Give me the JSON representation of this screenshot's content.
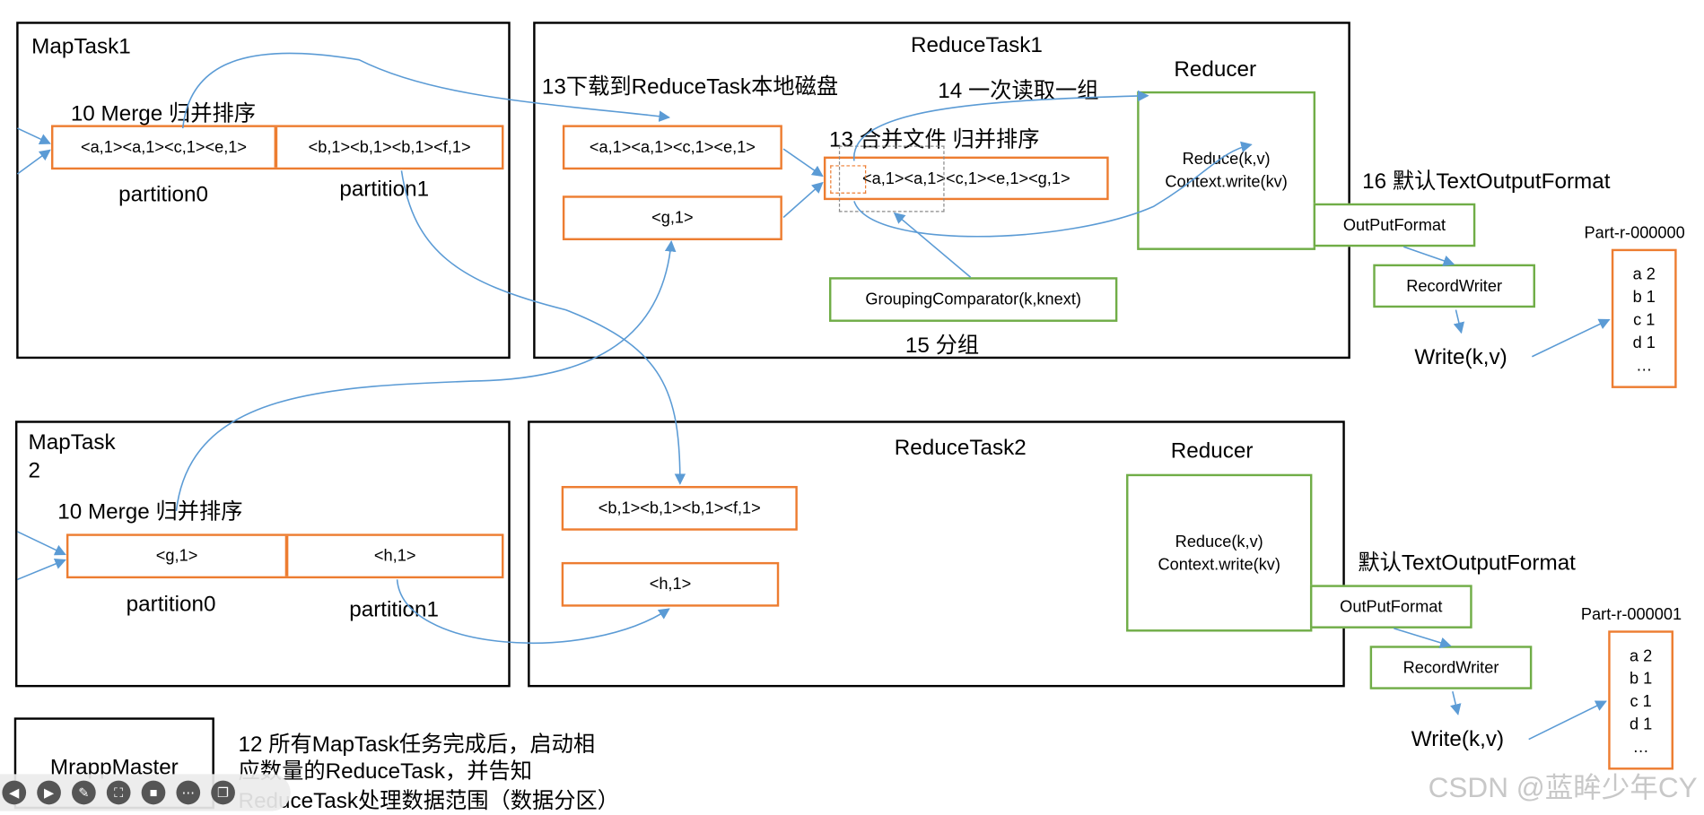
{
  "maptask1": {
    "title": "MapTask1",
    "merge_label": "10 Merge 归并排序",
    "partition0_content": "<a,1><a,1><c,1><e,1>",
    "partition1_content": "<b,1><b,1><b,1><f,1>",
    "partition0_label": "partition0",
    "partition1_label": "partition1"
  },
  "maptask2": {
    "title_line1": "MapTask",
    "title_line2": "2",
    "merge_label": "10 Merge 归并排序",
    "partition0_content": "<g,1>",
    "partition1_content": "<h,1>",
    "partition0_label": "partition0",
    "partition1_label": "partition1"
  },
  "reducetask1": {
    "title": "ReduceTask1",
    "download_label": "13下载到ReduceTask本地磁盘",
    "read_label": "14 一次读取一组",
    "merge_label": "13 合并文件 归并排序",
    "file1": "<a,1><a,1><c,1><e,1>",
    "file2": "<g,1>",
    "merged": "<a,1><a,1><c,1><e,1><g,1>",
    "grouping": "GroupingComparator(k,knext)",
    "group_label": "15 分组",
    "reducer_title": "Reducer",
    "reduce_line1": "Reduce(k,v)",
    "reduce_line2": "Context.write(kv)",
    "outputformat_label": "16 默认TextOutputFormat",
    "outputformat": "OutPutFormat",
    "recordwriter": "RecordWriter",
    "write": "Write(k,v)",
    "file_name": "Part-r-000000",
    "file_lines": [
      "a 2",
      "b 1",
      "c 1",
      "d 1",
      "…"
    ]
  },
  "reducetask2": {
    "title": "ReduceTask2",
    "file1": "<b,1><b,1><b,1><f,1>",
    "file2": "<h,1>",
    "reducer_title": "Reducer",
    "reduce_line1": "Reduce(k,v)",
    "reduce_line2": "Context.write(kv)",
    "outputformat_label": "默认TextOutputFormat",
    "outputformat": "OutPutFormat",
    "recordwriter": "RecordWriter",
    "write": "Write(k,v)",
    "file_name": "Part-r-000001",
    "file_lines": [
      "a 2",
      "b 1",
      "c 1",
      "d 1",
      "…"
    ]
  },
  "master": {
    "title": "MrappMaster",
    "note_line1": "12 所有MapTask任务完成后，启动相",
    "note_line2": "应数量的ReduceTask，并告知",
    "note_line3": "ReduceTask处理数据范围（数据分区）"
  },
  "watermark": "CSDN @蓝眸少年CY",
  "colors": {
    "orange": "#ED7D31",
    "green": "#70AD47",
    "arrow": "#5B9BD5"
  },
  "toolbar_icons": [
    "left-arrow-icon",
    "play-icon",
    "pen-icon",
    "screenshot-icon",
    "camera-icon",
    "more-icon",
    "copy-icon"
  ]
}
